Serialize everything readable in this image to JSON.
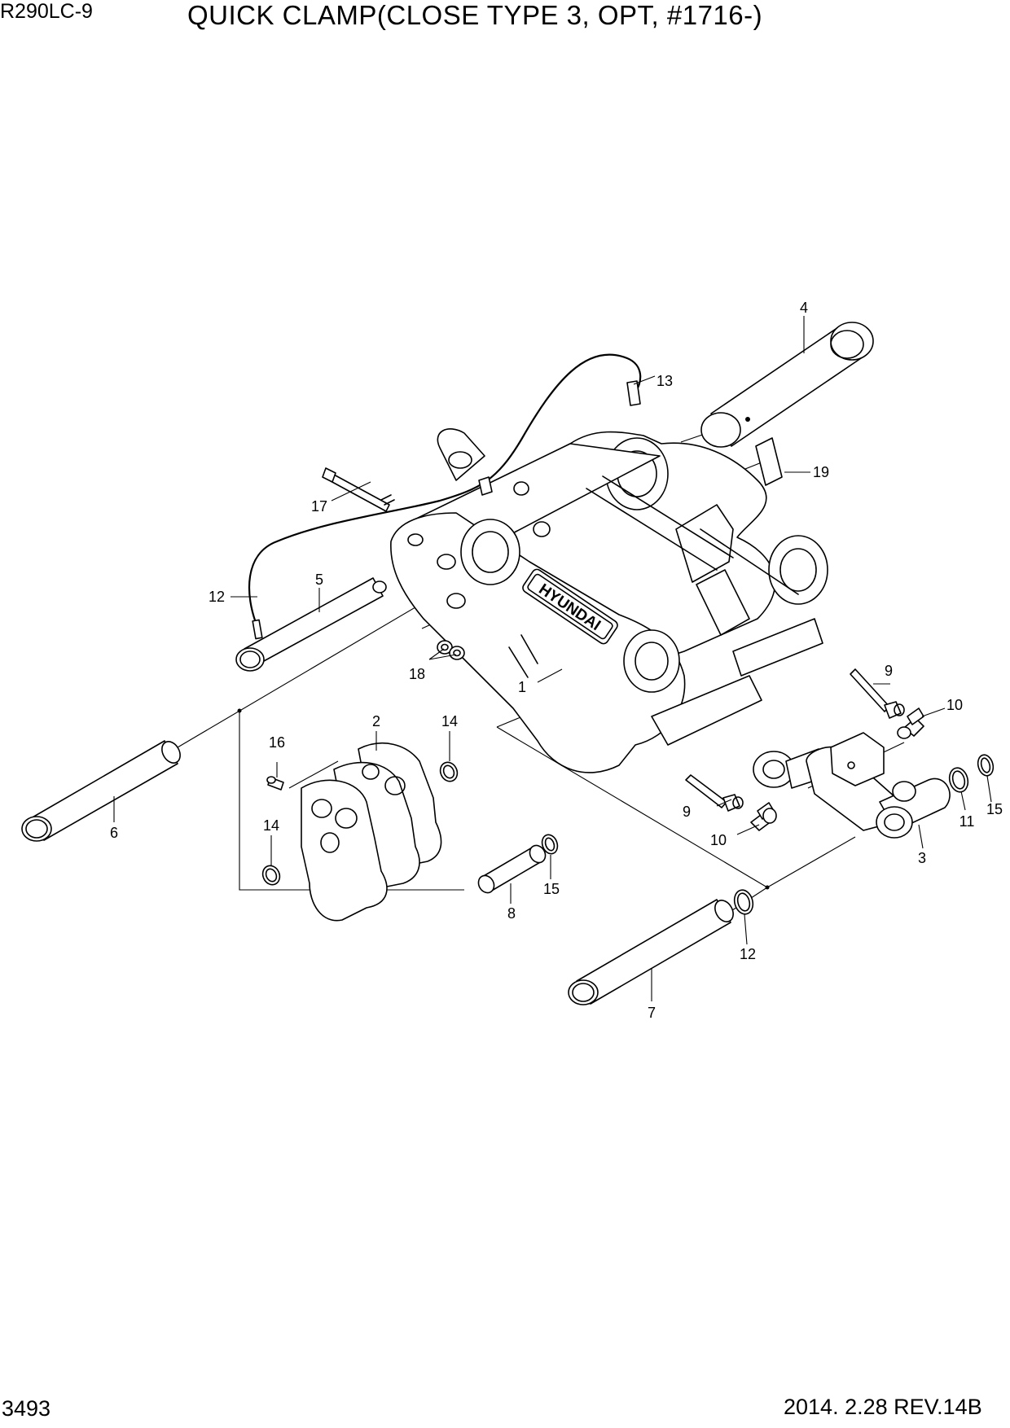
{
  "header": {
    "model": "R290LC-9",
    "title": "QUICK CLAMP(CLOSE TYPE 3,  OPT, #1716-)"
  },
  "footer": {
    "page_number": "3493",
    "revision": "2014. 2.28  REV.14B"
  },
  "frame_logo_text": "HYUNDAI",
  "callouts": [
    {
      "id": "c1",
      "label": "1"
    },
    {
      "id": "c2",
      "label": "2"
    },
    {
      "id": "c3",
      "label": "3"
    },
    {
      "id": "c4",
      "label": "4"
    },
    {
      "id": "c5",
      "label": "5"
    },
    {
      "id": "c6",
      "label": "6"
    },
    {
      "id": "c7",
      "label": "7"
    },
    {
      "id": "c8",
      "label": "8"
    },
    {
      "id": "c9a",
      "label": "9"
    },
    {
      "id": "c9b",
      "label": "9"
    },
    {
      "id": "c10a",
      "label": "10"
    },
    {
      "id": "c10b",
      "label": "10"
    },
    {
      "id": "c11",
      "label": "11"
    },
    {
      "id": "c12a",
      "label": "12"
    },
    {
      "id": "c12b",
      "label": "12"
    },
    {
      "id": "c13",
      "label": "13"
    },
    {
      "id": "c14a",
      "label": "14"
    },
    {
      "id": "c14b",
      "label": "14"
    },
    {
      "id": "c15a",
      "label": "15"
    },
    {
      "id": "c15b",
      "label": "15"
    },
    {
      "id": "c16",
      "label": "16"
    },
    {
      "id": "c17",
      "label": "17"
    },
    {
      "id": "c18",
      "label": "18"
    },
    {
      "id": "c19",
      "label": "19"
    }
  ]
}
